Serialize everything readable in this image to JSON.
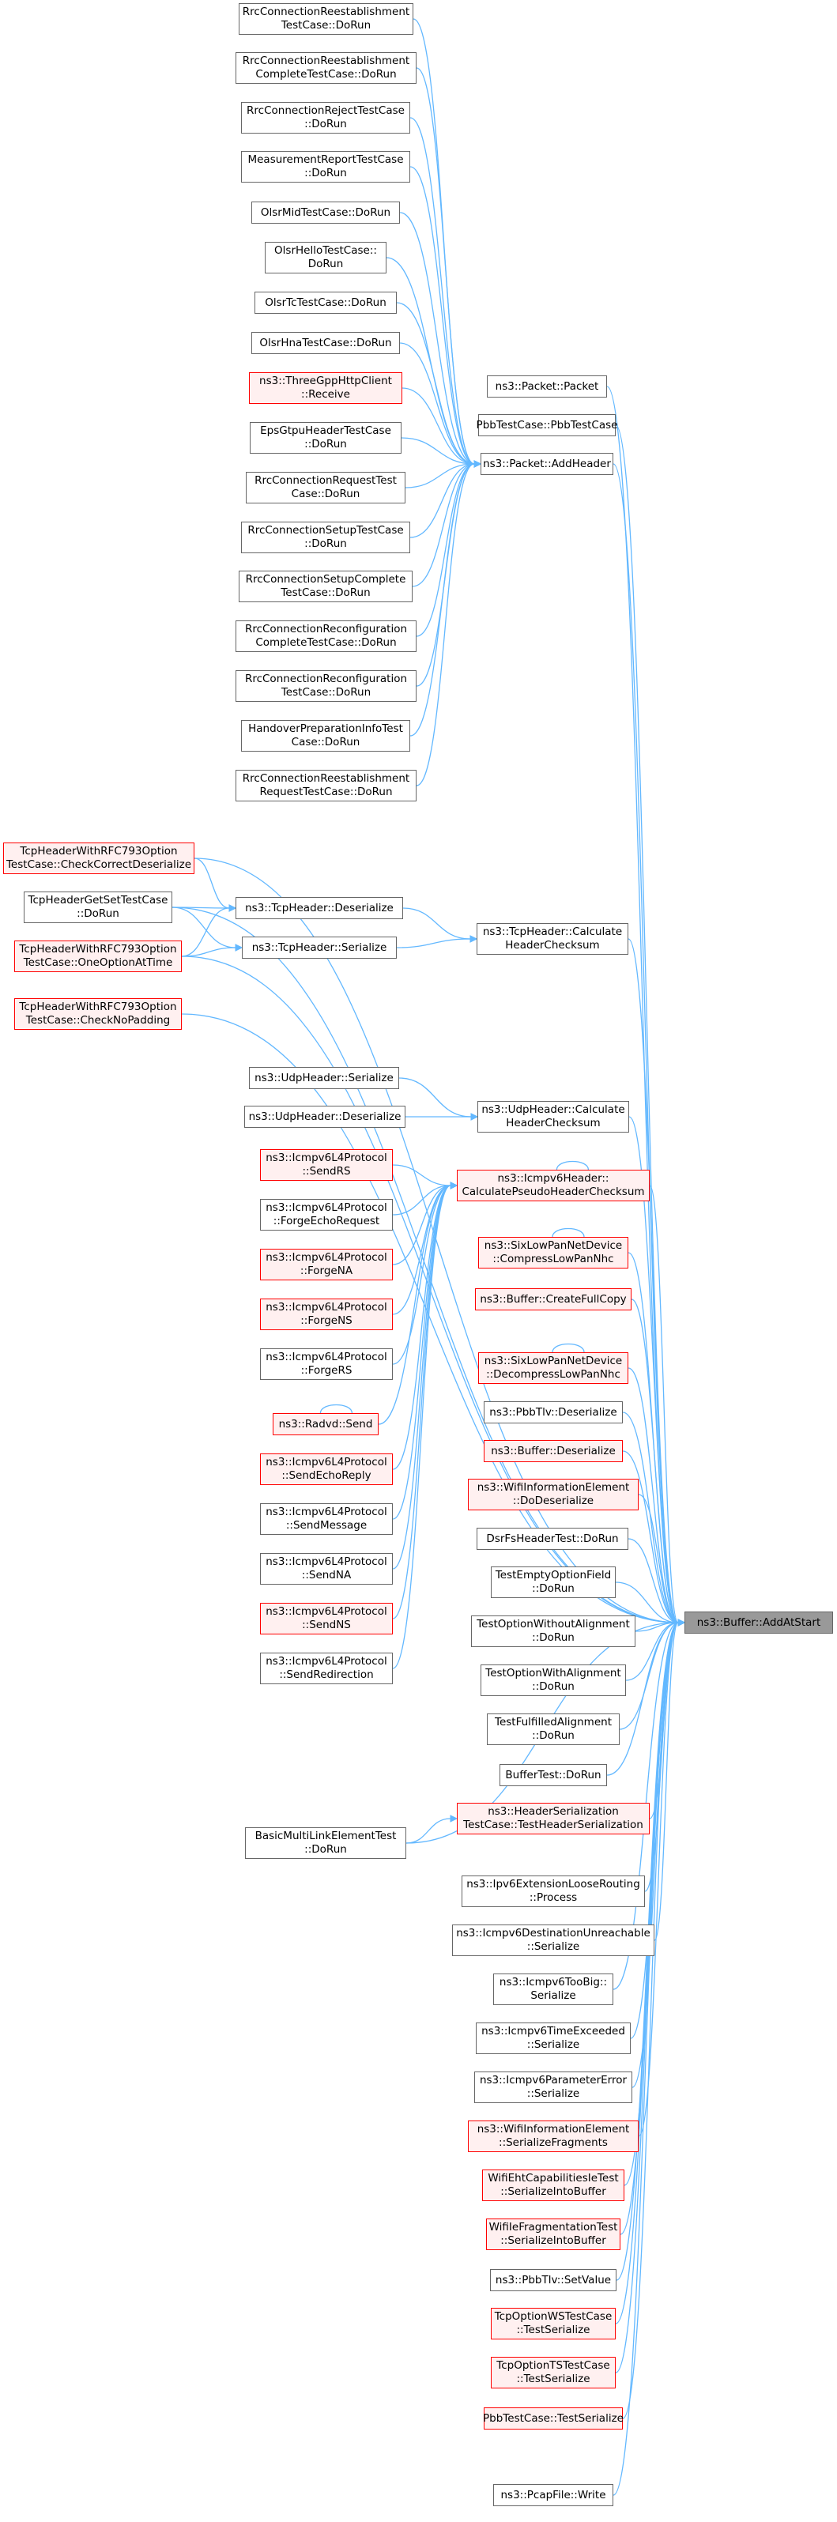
{
  "target": "ns3::Buffer::AddAtStart",
  "nodes": {
    "rrc_reest": "RrcConnectionReestablishment\nTestCase::DoRun",
    "rrc_reest_complete": "RrcConnectionReestablishment\nCompleteTestCase::DoRun",
    "rrc_reject": "RrcConnectionRejectTestCase\n::DoRun",
    "meas_report": "MeasurementReportTestCase\n::DoRun",
    "olsr_mid": "OlsrMidTestCase::DoRun",
    "olsr_hello": "OlsrHelloTestCase::\nDoRun",
    "olsr_tc": "OlsrTcTestCase::DoRun",
    "olsr_hna": "OlsrHnaTestCase::DoRun",
    "threegpp": "ns3::ThreeGppHttpClient\n::Receive",
    "eps_gtpu": "EpsGtpuHeaderTestCase\n::DoRun",
    "rrc_request": "RrcConnectionRequestTest\nCase::DoRun",
    "rrc_setup": "RrcConnectionSetupTestCase\n::DoRun",
    "rrc_setup_complete": "RrcConnectionSetupComplete\nTestCase::DoRun",
    "rrc_reconf_complete": "RrcConnectionReconfiguration\nCompleteTestCase::DoRun",
    "rrc_reconf": "RrcConnectionReconfiguration\nTestCase::DoRun",
    "handover": "HandoverPreparationInfoTest\nCase::DoRun",
    "rrc_reest_request": "RrcConnectionReestablishment\nRequestTestCase::DoRun",
    "packet_packet": "ns3::Packet::Packet",
    "pbb_testcase": "PbbTestCase::PbbTestCase",
    "packet_addheader": "ns3::Packet::AddHeader",
    "tcp793_checkcorrect": "TcpHeaderWithRFC793Option\nTestCase::CheckCorrectDeserialize",
    "tcp_getset": "TcpHeaderGetSetTestCase\n::DoRun",
    "tcp793_oneoption": "TcpHeaderWithRFC793Option\nTestCase::OneOptionAtTime",
    "tcp793_nopadding": "TcpHeaderWithRFC793Option\nTestCase::CheckNoPadding",
    "tcp_deserialize": "ns3::TcpHeader::Deserialize",
    "tcp_serialize": "ns3::TcpHeader::Serialize",
    "tcp_checksum": "ns3::TcpHeader::Calculate\nHeaderChecksum",
    "udp_serialize": "ns3::UdpHeader::Serialize",
    "udp_deserialize": "ns3::UdpHeader::Deserialize",
    "udp_checksum": "ns3::UdpHeader::Calculate\nHeaderChecksum",
    "icmp_sendrs": "ns3::Icmpv6L4Protocol\n::SendRS",
    "icmp_forgeecho": "ns3::Icmpv6L4Protocol\n::ForgeEchoRequest",
    "icmp_forgena": "ns3::Icmpv6L4Protocol\n::ForgeNA",
    "icmp_forgens": "ns3::Icmpv6L4Protocol\n::ForgeNS",
    "icmp_forgers": "ns3::Icmpv6L4Protocol\n::ForgeRS",
    "radvd_send": "ns3::Radvd::Send",
    "icmp_sendecho": "ns3::Icmpv6L4Protocol\n::SendEchoReply",
    "icmp_sendmsg": "ns3::Icmpv6L4Protocol\n::SendMessage",
    "icmp_sendna": "ns3::Icmpv6L4Protocol\n::SendNA",
    "icmp_sendns": "ns3::Icmpv6L4Protocol\n::SendNS",
    "icmp_sendredir": "ns3::Icmpv6L4Protocol\n::SendRedirection",
    "icmp6_pseudo": "ns3::Icmpv6Header::\nCalculatePseudoHeaderChecksum",
    "sixlowpan_compress": "ns3::SixLowPanNetDevice\n::CompressLowPanNhc",
    "buffer_createfull": "ns3::Buffer::CreateFullCopy",
    "sixlowpan_decompress": "ns3::SixLowPanNetDevice\n::DecompressLowPanNhc",
    "pbbtlv_deserialize": "ns3::PbbTlv::Deserialize",
    "buffer_deserialize": "ns3::Buffer::Deserialize",
    "wifi_doDeserialize": "ns3::WifiInformationElement\n::DoDeserialize",
    "dsrfs": "DsrFsHeaderTest::DoRun",
    "test_emptyoption": "TestEmptyOptionField\n::DoRun",
    "test_optwithoutalign": "TestOptionWithoutAlignment\n::DoRun",
    "test_optwithalign": "TestOptionWithAlignment\n::DoRun",
    "test_fulfilled": "TestFulfilledAlignment\n::DoRun",
    "buffertest": "BufferTest::DoRun",
    "basicmultilink": "BasicMultiLinkElementTest\n::DoRun",
    "header_serial_test": "ns3::HeaderSerialization\nTestCase::TestHeaderSerialization",
    "ipv6ext_loose": "ns3::Ipv6ExtensionLooseRouting\n::Process",
    "icmp6_destunreach": "ns3::Icmpv6DestinationUnreachable\n::Serialize",
    "icmp6_toobig": "ns3::Icmpv6TooBig::\nSerialize",
    "icmp6_timeexceeded": "ns3::Icmpv6TimeExceeded\n::Serialize",
    "icmp6_paramerror": "ns3::Icmpv6ParameterError\n::Serialize",
    "wifi_serialfrag": "ns3::WifiInformationElement\n::SerializeFragments",
    "wifieht": "WifiEhtCapabilitiesIeTest\n::SerializeIntoBuffer",
    "wifiie_frag": "WifiIeFragmentationTest\n::SerializeIntoBuffer",
    "pbbtlv_setvalue": "ns3::PbbTlv::SetValue",
    "tcp_ws": "TcpOptionWSTestCase\n::TestSerialize",
    "tcp_ts": "TcpOptionTSTestCase\n::TestSerialize",
    "pbb_testserialize": "PbbTestCase::TestSerialize",
    "pcapfile_write": "ns3::PcapFile::Write"
  },
  "colors": {
    "edge": "#63b8ff",
    "node_border": "#666666",
    "highlight_border": "#ff0000",
    "highlight_fill": "#fff0f0",
    "target_fill": "#999999"
  }
}
